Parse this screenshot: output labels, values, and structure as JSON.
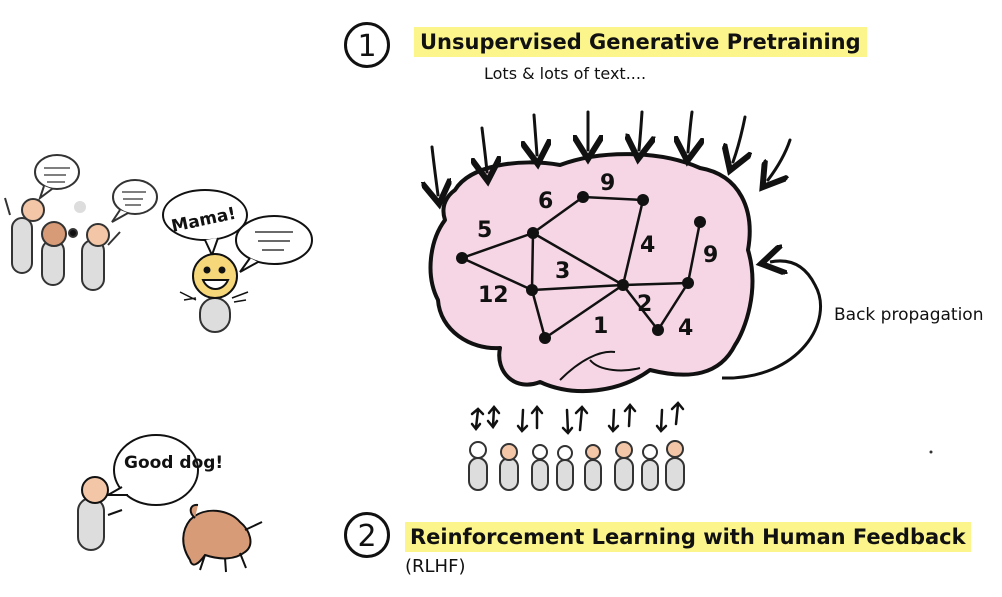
{
  "step1": {
    "number": "1",
    "title": "Unsupervised Generative Pretraining",
    "subtitle": "Lots & lots of text...."
  },
  "step2": {
    "number": "2",
    "title": "Reinforcement Learning with Human Feedback",
    "subtitle": "(RLHF)"
  },
  "backprop_label": "Back propagation",
  "speech": {
    "mama": "Mama!",
    "good_dog": "Good dog!"
  },
  "network": {
    "edge_weights": [
      "5",
      "6",
      "9",
      "4",
      "9",
      "3",
      "12",
      "2",
      "4",
      "1"
    ]
  },
  "colors": {
    "highlight": "#fbf58c",
    "brain_fill": "#f4cfe0",
    "skin": "#f2c6a6",
    "dog": "#d89b78"
  }
}
